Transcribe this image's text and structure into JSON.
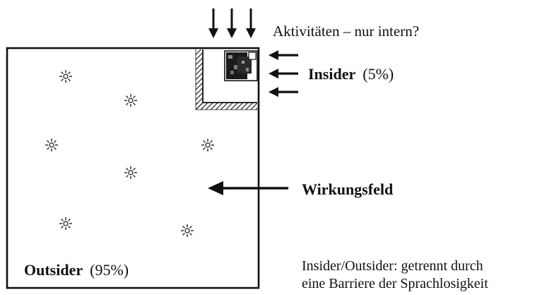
{
  "activities": {
    "text": "Aktivitäten – nur intern?"
  },
  "insider": {
    "label": "Insider",
    "share": "(5%)"
  },
  "wirkungsfeld": {
    "label": "Wirkungsfeld"
  },
  "outsider": {
    "label": "Outsider",
    "share": "(95%)"
  },
  "note": {
    "line1": "Insider/Outsider: getrennt durch",
    "line2": "eine Barriere der Sprachlosigkeit"
  },
  "icons": {
    "field_marker": "sun-icon",
    "arrows": "arrow-icon",
    "insider_block": "insider-core-icon",
    "barrier": "barrier-hatch"
  },
  "colors": {
    "ink": "#111111",
    "background": "#ffffff"
  }
}
